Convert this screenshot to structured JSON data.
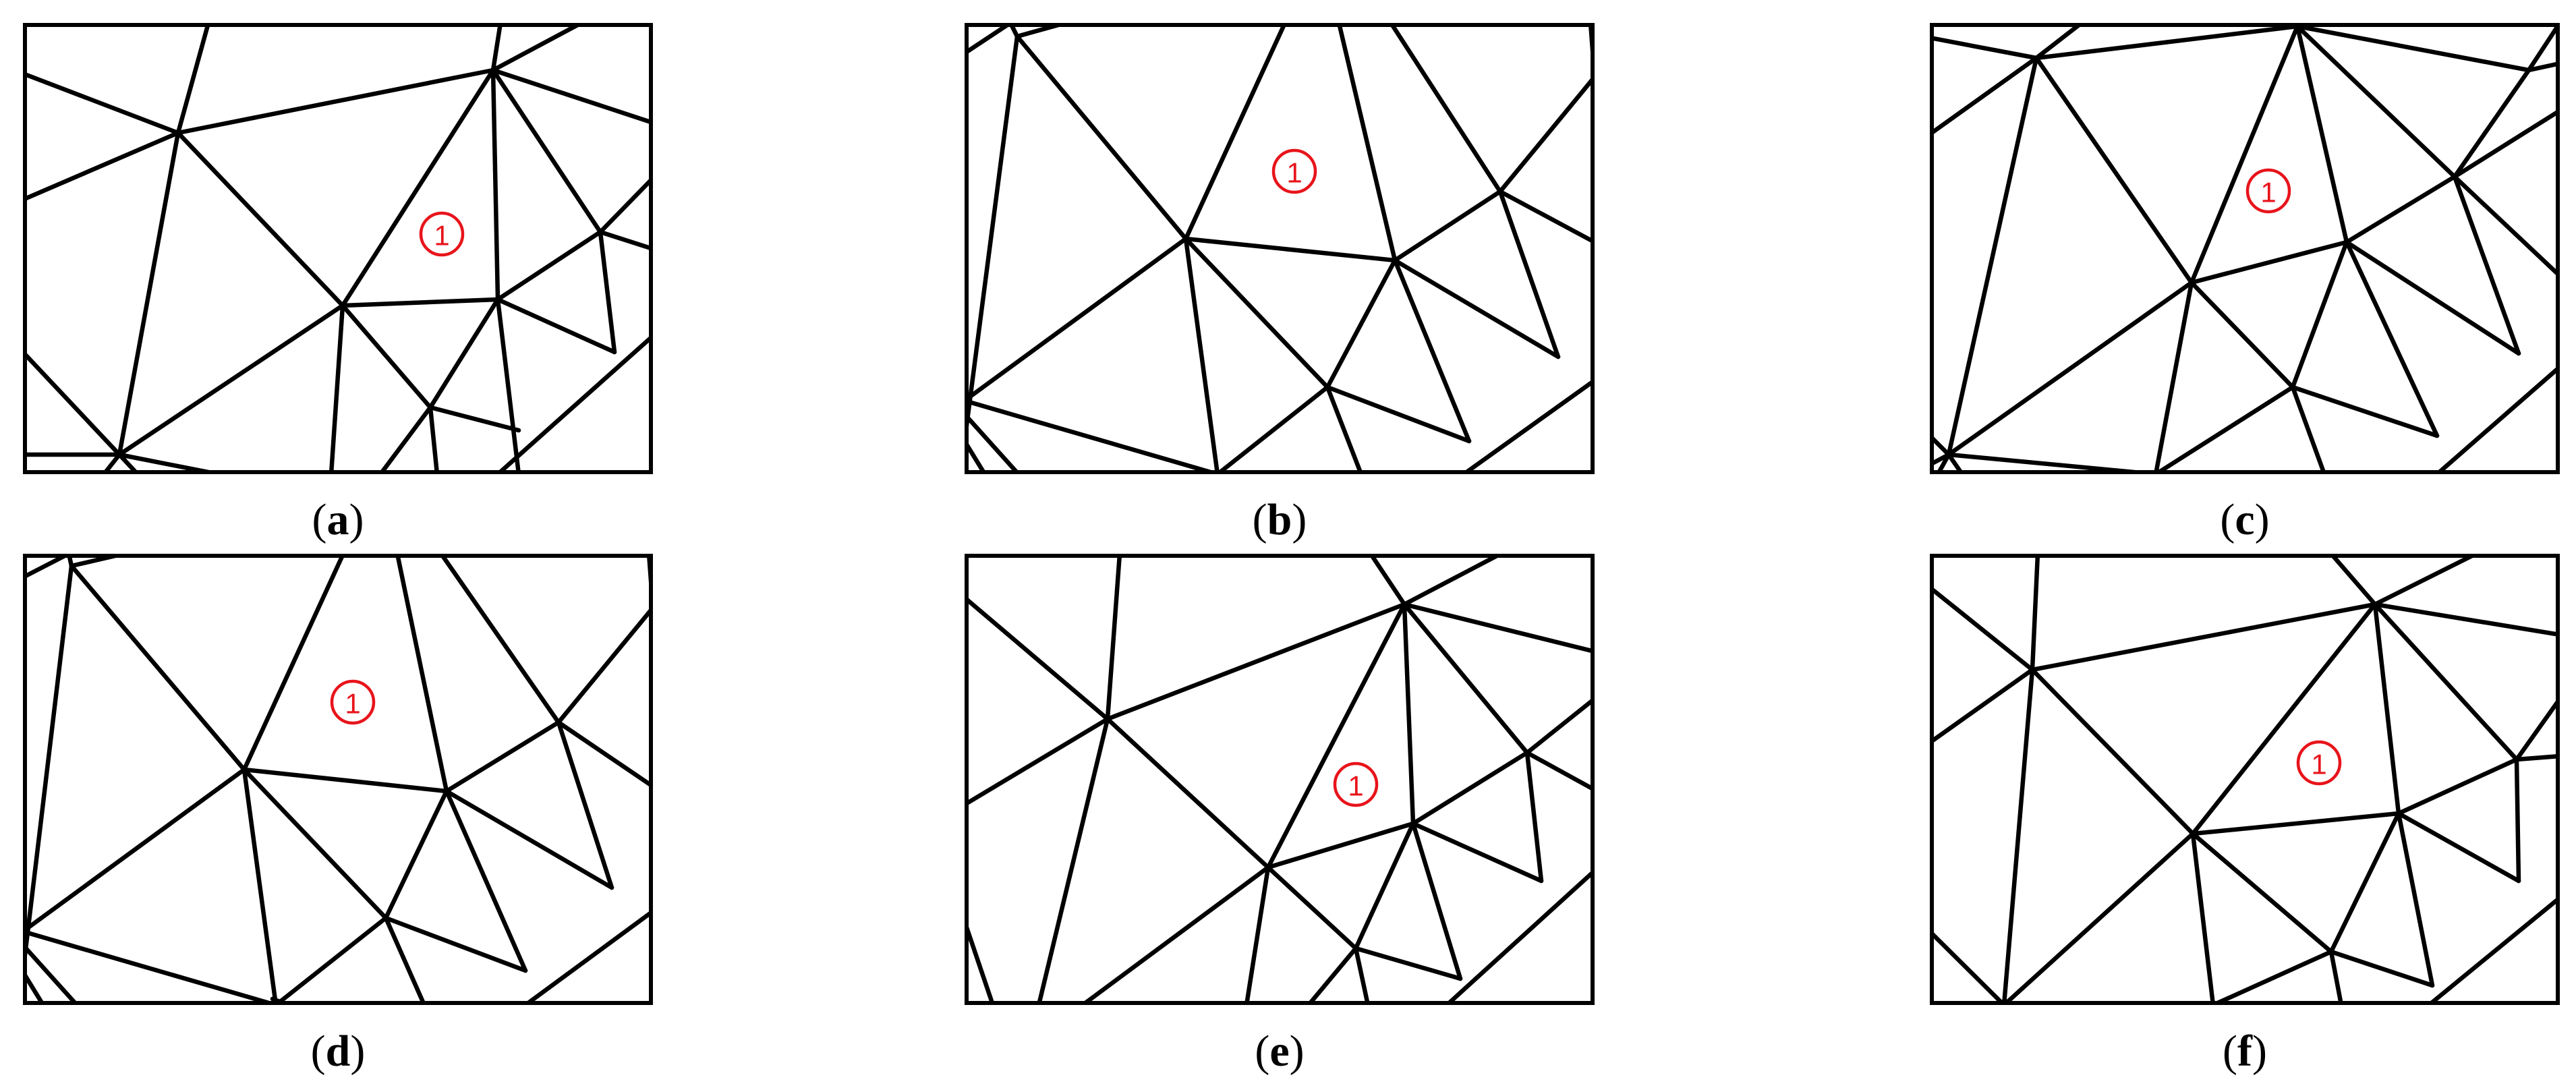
{
  "panels": [
    {
      "id": "a",
      "caption_open": "(",
      "caption_letter": "a",
      "caption_close": ")",
      "region_label": "1"
    },
    {
      "id": "b",
      "caption_open": "(",
      "caption_letter": "b",
      "caption_close": ")",
      "region_label": "1"
    },
    {
      "id": "c",
      "caption_open": "(",
      "caption_letter": "c",
      "caption_close": ")",
      "region_label": "1"
    },
    {
      "id": "d",
      "caption_open": "(",
      "caption_letter": "d",
      "caption_close": ")",
      "region_label": "1"
    },
    {
      "id": "e",
      "caption_open": "(",
      "caption_letter": "e",
      "caption_close": ")",
      "region_label": "1"
    },
    {
      "id": "f",
      "caption_open": "(",
      "caption_letter": "f",
      "caption_close": ")",
      "region_label": "1"
    }
  ],
  "colors": {
    "edges": "#000000",
    "label": "#e8141b",
    "background": "#ffffff"
  }
}
